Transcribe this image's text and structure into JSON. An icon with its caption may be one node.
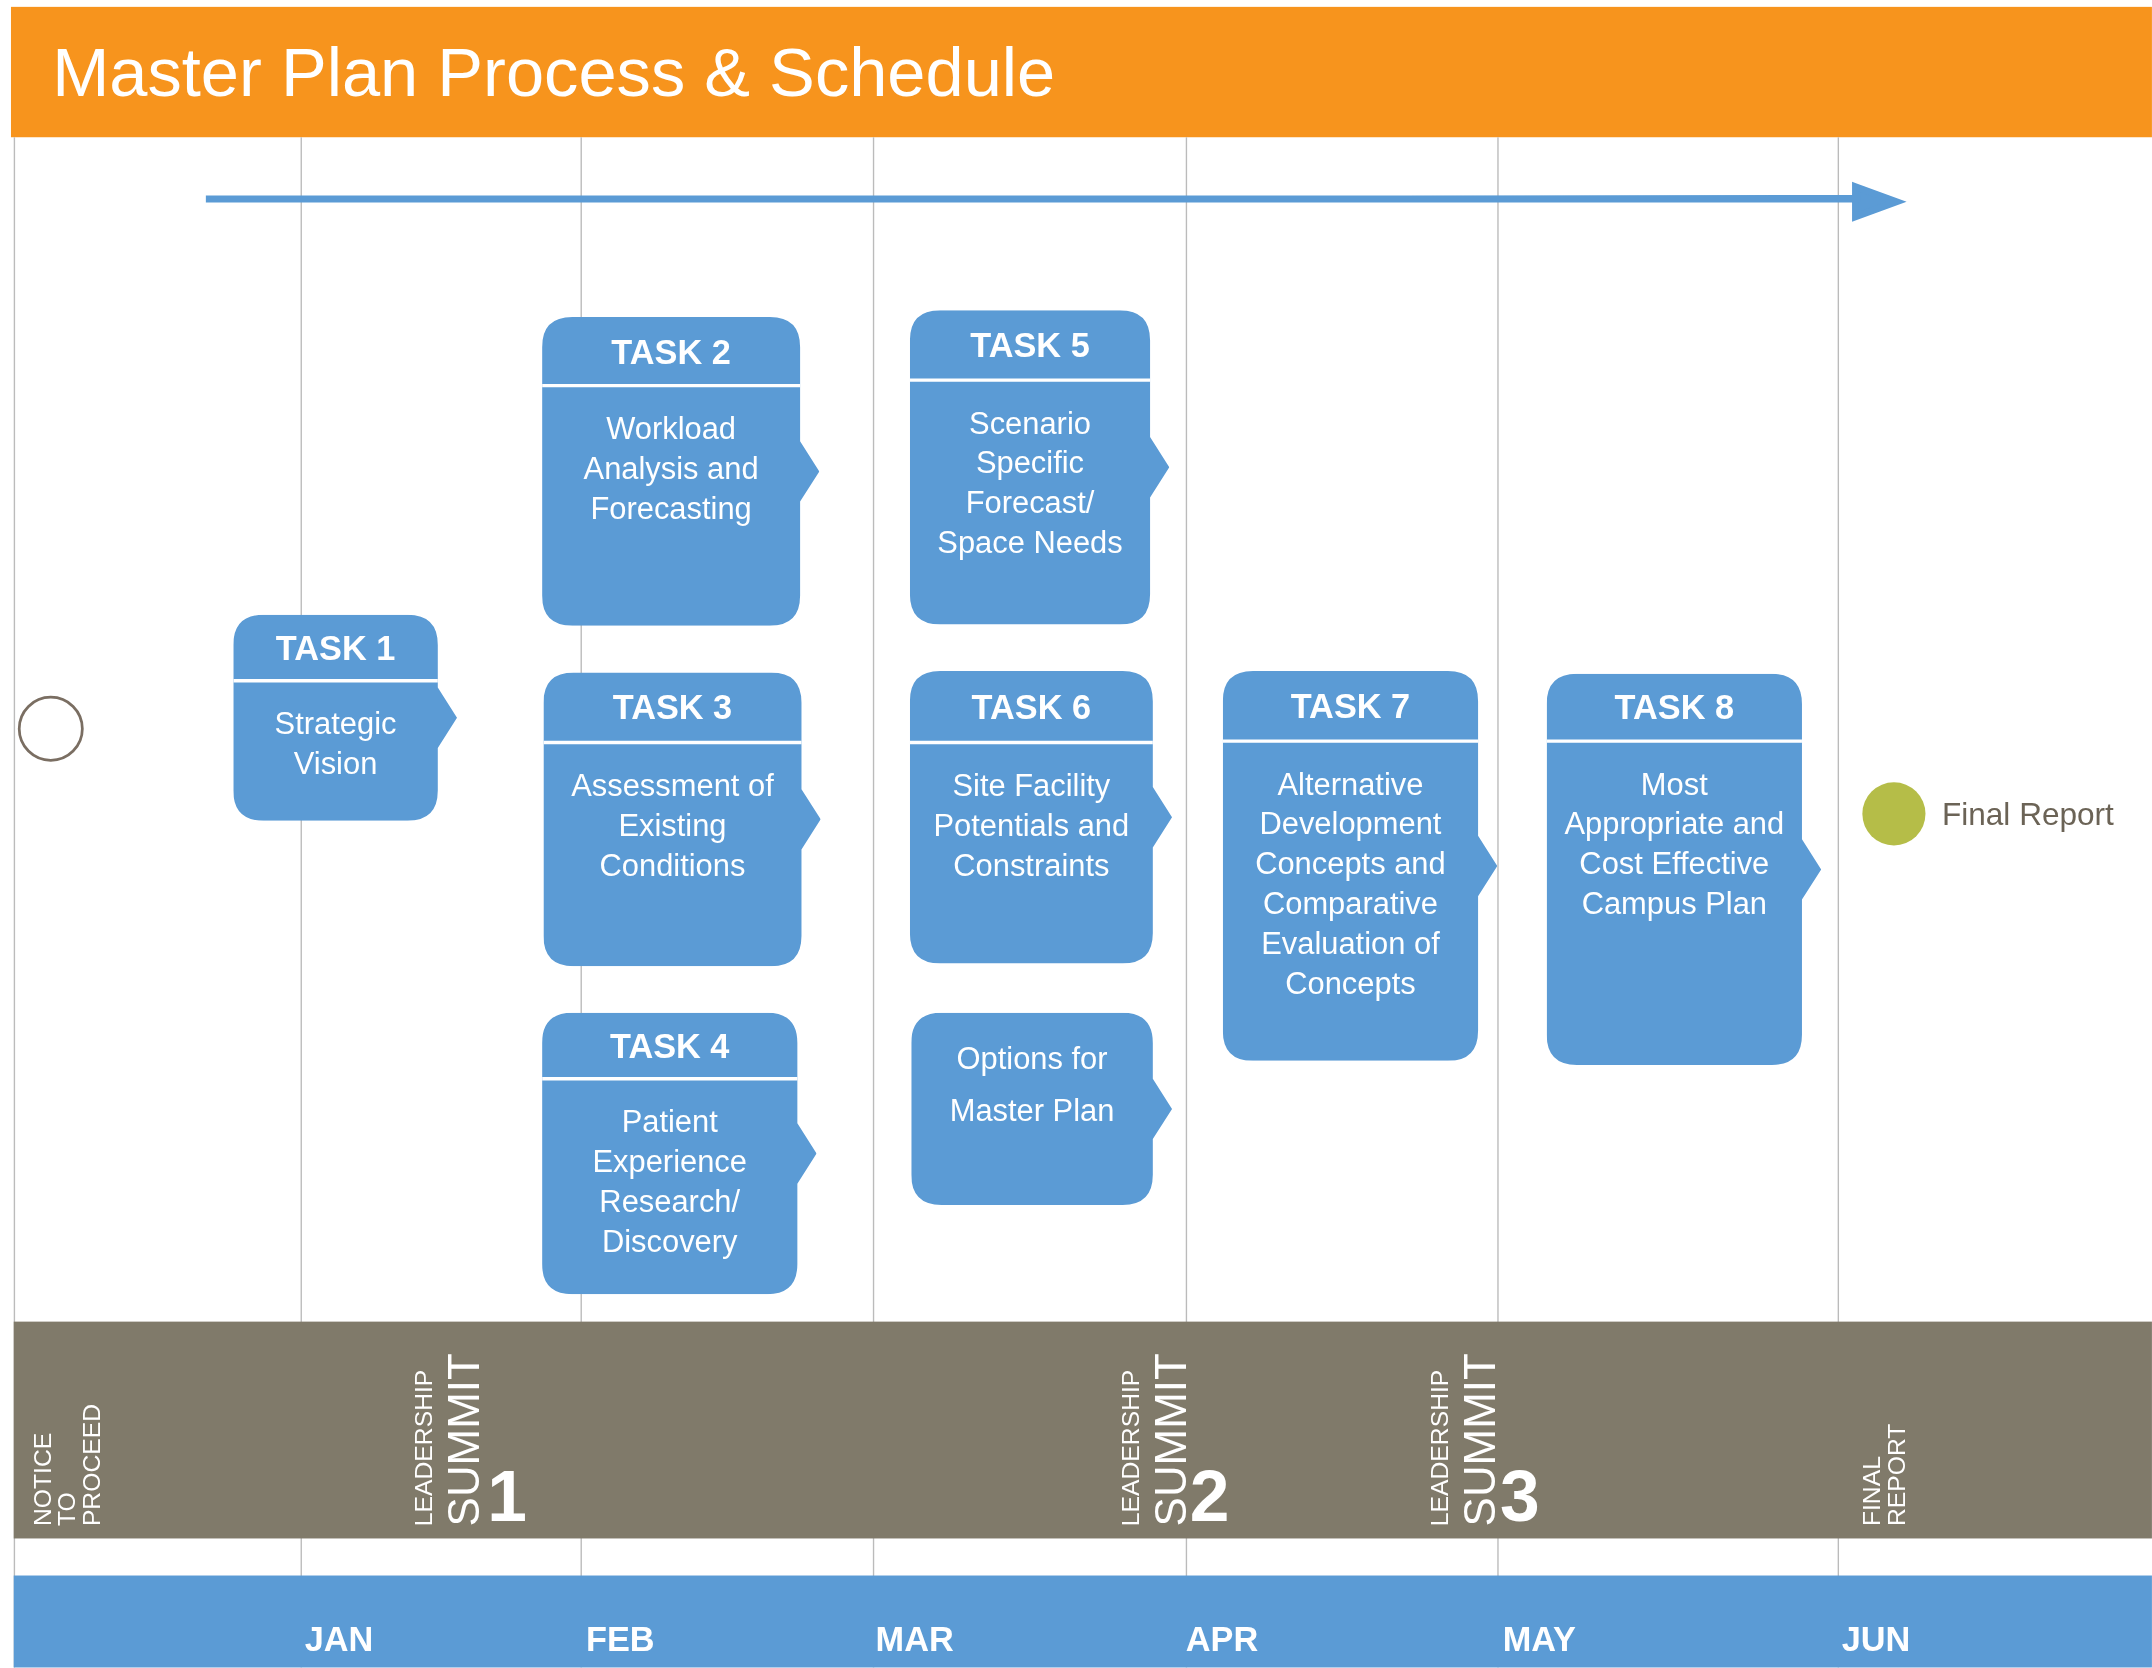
{
  "diagram": {
    "title": "Master Plan Process & Schedule",
    "nodes": [
      {
        "text": [],
        "shape": "circle"
      },
      {
        "text": [
          "TASK 1",
          "Strategic Vision"
        ]
      },
      {
        "text": [
          "TASK 2",
          "Workload Analysis and Forecasting"
        ]
      },
      {
        "text": [
          "TASK 3",
          "Assessment of Existing Conditions"
        ]
      },
      {
        "text": [
          "TASK 4",
          "Patient Experience Research/ Discovery"
        ]
      },
      {
        "text": [
          "TASK 5",
          "Scenario Specific Forecast/ Space Needs"
        ]
      },
      {
        "text": [
          "TASK 6",
          "Site Facility Potentials and Constraints"
        ]
      },
      {
        "text": [
          "Options for Master Plan"
        ]
      },
      {
        "text": [
          "TASK 7",
          "Alternative Development Concepts and Comparative Evaluation of Concepts"
        ]
      },
      {
        "text": [
          "TASK 8",
          "Most Appropriate and Cost Effective Campus Plan"
        ]
      },
      {
        "text": [],
        "shape": "circle",
        "beside": [
          "Final Report"
        ]
      }
    ],
    "labels": [
      "NOTICE TO PROCEED",
      "LEADERSHIP",
      "SUMMIT",
      "1",
      "LEADERSHIP",
      "SUMMIT",
      "2",
      "LEADERSHIP",
      "SUMMIT",
      "3",
      "FINAL REPORT",
      "JAN",
      "FEB",
      "MAR",
      "APR",
      "MAY",
      "JUN"
    ]
  }
}
